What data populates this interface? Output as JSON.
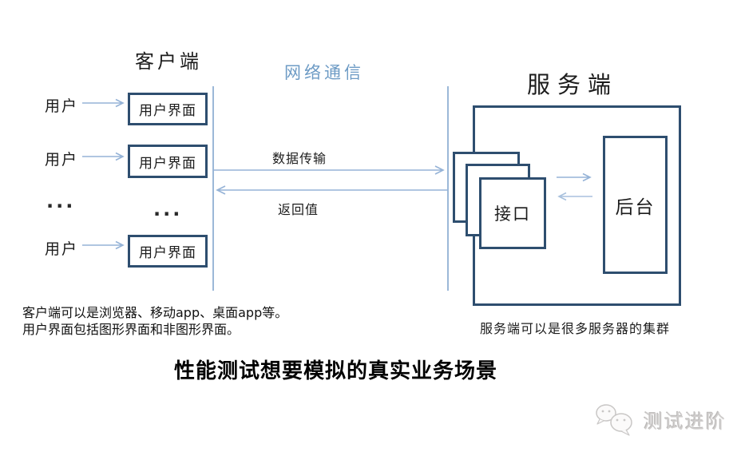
{
  "titles": {
    "client": "客户端",
    "network": "网络通信",
    "server": "服务端"
  },
  "client": {
    "rows": [
      {
        "user_label": "用户",
        "box_label": "用户界面"
      },
      {
        "user_label": "用户",
        "box_label": "用户界面"
      },
      {
        "user_label": "用户",
        "box_label": "用户界面"
      }
    ],
    "ellipsis_users": "...",
    "ellipsis_boxes": "..."
  },
  "network": {
    "request_label": "数据传输",
    "response_label": "返回值"
  },
  "server": {
    "interface_label": "接口",
    "backend_label": "后台",
    "caption": "服务端可以是很多服务器的集群"
  },
  "notes": [
    "客户端可以是浏览器、移动app、桌面app等。",
    "用户界面包括图形界面和非图形界面。"
  ],
  "main_title": "性能测试想要模拟的真实业务场景",
  "watermark": {
    "brand": "测试进阶",
    "icon": "wechat-icon"
  },
  "colors": {
    "box_border": "#2E4E6F",
    "arrow": "#95B3D7",
    "divider_line": "#9CB8D8",
    "network_title": "#6D9BC5",
    "watermark_gray": "#D0CECD"
  }
}
